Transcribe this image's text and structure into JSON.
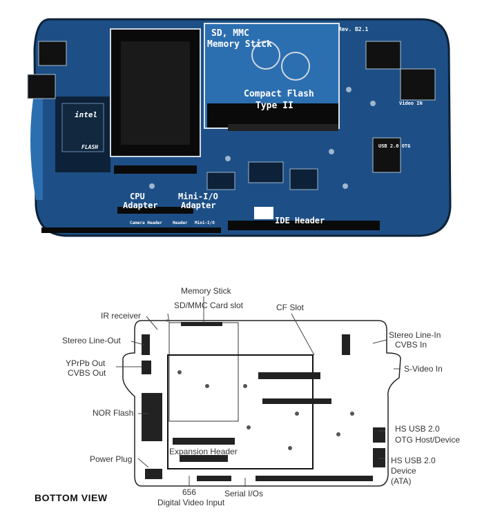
{
  "top_photo": {
    "labels": {
      "memory_stick": "SD, MMC\nMemory Stick",
      "compact_flash": "Compact Flash\nType II",
      "cpu_adapter": "CPU\nAdapter",
      "mini_io_adapter": "Mini-I/O\nAdapter",
      "ide_header": "IDE Header",
      "intel_logo": "intel",
      "flash_text": "FLASH",
      "rev": "Rev. B2.1",
      "usb_otg": "USB 2.0 OTG",
      "video_in": "Video IN",
      "camera_header": "Camera Header",
      "header": "Header",
      "mini_io": "Mini-I/O"
    }
  },
  "bottom_diagram": {
    "title": "BOTTOM VIEW",
    "callouts": {
      "memory_stick": "Memory Stick",
      "sd_mmc": "SD/MMC Card slot",
      "cf_slot": "CF Slot",
      "ir_receiver": "IR receiver",
      "stereo_line_out": "Stereo Line-Out",
      "ypbpr_out": "YPrPb Out",
      "cvbs_out": "CVBS Out",
      "stereo_line_in": "Stereo Line-In",
      "cvbs_in": "CVBS In",
      "s_video_in": "S-Video In",
      "nor_flash": "NOR Flash",
      "hs_usb_otg_1": "HS USB 2.0",
      "hs_usb_otg_2": "OTG  Host/Device",
      "power_plug": "Power Plug",
      "expansion_header": "Expansion Header",
      "hs_usb_dev_1": "HS USB 2.0",
      "hs_usb_dev_2": "Device",
      "hs_usb_dev_3": "(ATA)",
      "v656": "656",
      "serial_ios": "Serial I/Os",
      "digital_video_input": "Digital Video Input"
    }
  },
  "colors": {
    "board_blue": "#1d4f86",
    "board_dark": "#0d2238",
    "board_light": "#2c6fb0",
    "line_gray": "#555555",
    "text_gray": "#333333"
  }
}
